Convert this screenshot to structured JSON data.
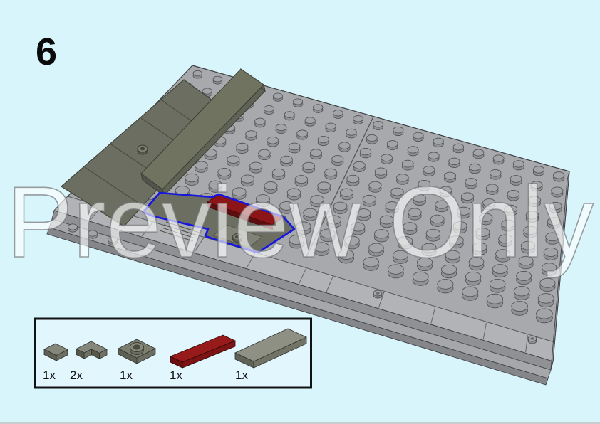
{
  "step": {
    "number": "6"
  },
  "watermark": {
    "text": "Preview Only"
  },
  "parts_box": {
    "parts": [
      {
        "count": "1x",
        "part": "dark-gray-1x1-tile"
      },
      {
        "count": "2x",
        "part": "dark-gray-2x2-corner-plate"
      },
      {
        "count": "1x",
        "part": "dark-gray-2x2-jumper-plate"
      },
      {
        "count": "1x",
        "part": "dark-red-1x4-tile"
      },
      {
        "count": "1x",
        "part": "dark-gray-2x4-tile"
      }
    ]
  },
  "colors": {
    "background": "#d8f5fc",
    "baseplate_gray": "#a7a9ac",
    "dark_gray_piece": "#6b6e60",
    "dark_red_piece": "#8c1517",
    "highlight_outline_blue": "#1616e0"
  }
}
